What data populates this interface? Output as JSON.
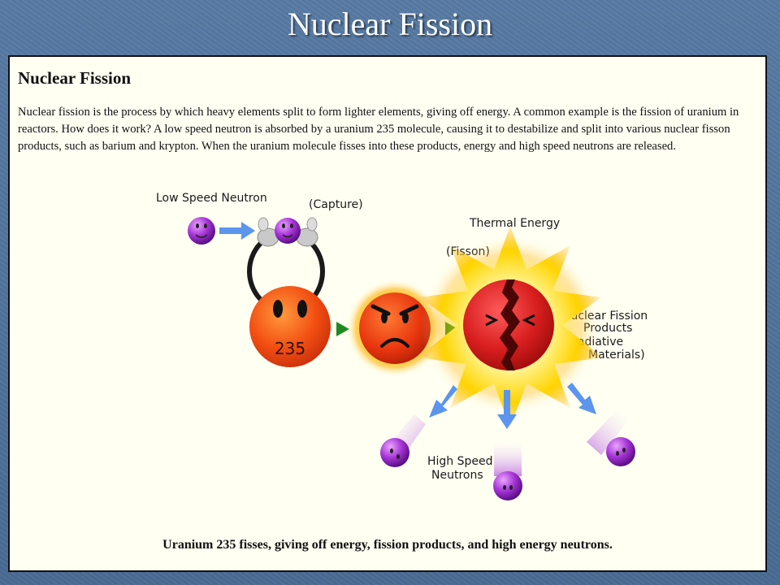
{
  "slide": {
    "title": "Nuclear Fission"
  },
  "panel": {
    "heading": "Nuclear Fission",
    "body": "Nuclear fission is the process by which heavy elements split to form lighter elements, giving off energy. A common example is the fission of uranium in reactors. How does it work? A low speed neutron is absorbed by a uranium 235 molecule, causing it to destabilize and split into various nuclear fisson products, such as barium and krypton. When the uranium molecule fisses into these products, energy and high speed neutrons are released.",
    "caption": "Uranium 235 fisses, giving off energy, fission products, and high energy neutrons."
  },
  "diagram": {
    "label_low_speed_neutron": "Low Speed Neutron",
    "label_capture": "(Capture)",
    "label_thermal_energy": "Thermal Energy",
    "label_fisson": "(Fisson)",
    "label_products_line1": "Nuclear Fission",
    "label_products_line2": "Products",
    "label_products_line3": "(Radiative",
    "label_products_line4": "Materials)",
    "label_hsn_line1": "High Speed",
    "label_hsn_line2": "Neutrons",
    "nucleus_number": "235"
  },
  "colors": {
    "neutron": "#9b30c8",
    "arrow_blue": "#5b95ee",
    "arrow_green": "#1f8a1f",
    "uranium": "#f24e12",
    "glow": "#ffe000"
  }
}
